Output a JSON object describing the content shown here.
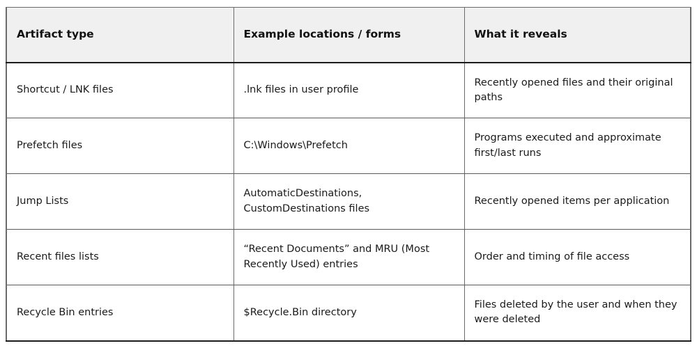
{
  "table": {
    "columns": [
      {
        "label": "Artifact type"
      },
      {
        "label": "Example locations / forms"
      },
      {
        "label": "What it reveals"
      }
    ],
    "rows": [
      {
        "artifact_type": "Shortcut / LNK files",
        "example_locations": ".lnk files in user profile",
        "what_it_reveals": "Recently opened files and their original paths"
      },
      {
        "artifact_type": "Prefetch files",
        "example_locations": "C:\\Windows\\Prefetch",
        "what_it_reveals": "Programs executed and approximate first/last runs"
      },
      {
        "artifact_type": "Jump Lists",
        "example_locations": "AutomaticDestinations, CustomDestinations files",
        "what_it_reveals": "Recently opened items per application"
      },
      {
        "artifact_type": "Recent files lists",
        "example_locations": "“Recent Documents” and MRU (Most Recently Used) entries",
        "what_it_reveals": "Order and timing of file access"
      },
      {
        "artifact_type": "Recycle Bin entries",
        "example_locations": "$Recycle.Bin directory",
        "what_it_reveals": "Files deleted by the user and when they were deleted"
      }
    ]
  },
  "colors": {
    "header_background": "#f0f0f0",
    "header_text": "#111111",
    "body_text": "#1a1a1a",
    "border": "#6b6b6b",
    "strong_border": "#1c1c1c",
    "page_background": "#ffffff"
  }
}
